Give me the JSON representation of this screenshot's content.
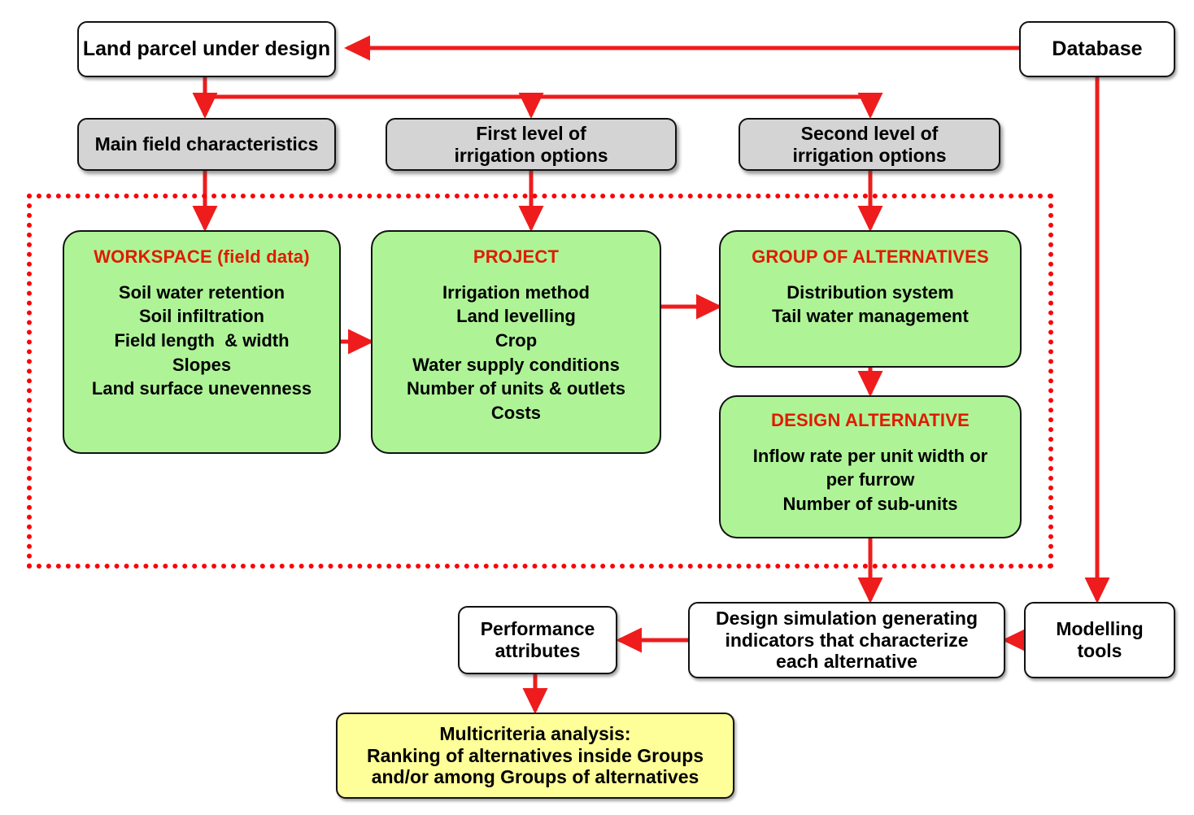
{
  "diagram": {
    "title": "Irrigation design decision support flowchart",
    "colors": {
      "arrow": "#ee1c1c",
      "region_border": "#fb0007",
      "green_fill": "#aef497",
      "gray_fill": "#d4d4d4",
      "yellow_fill": "#ffff99",
      "title_red": "#e01b00",
      "text_black": "#000000"
    }
  },
  "nodes": {
    "land_parcel": {
      "label": "Land parcel under design"
    },
    "database": {
      "label": "Database"
    },
    "main_field": {
      "label": "Main field characteristics"
    },
    "first_level": {
      "line1": "First level of",
      "line2": "irrigation options"
    },
    "second_level": {
      "line1": "Second level of",
      "line2": "irrigation options"
    },
    "workspace": {
      "title": "WORKSPACE (field data)",
      "items": [
        "Soil water retention",
        "Soil infiltration",
        "Field length  & width",
        "Slopes",
        "Land surface unevenness"
      ]
    },
    "project": {
      "title": "PROJECT",
      "items": [
        "Irrigation method",
        "Land levelling",
        "Crop",
        "Water supply conditions",
        "Number of units & outlets",
        "Costs"
      ]
    },
    "group_alternatives": {
      "title": "GROUP OF ALTERNATIVES",
      "items": [
        "Distribution system",
        "Tail water management"
      ]
    },
    "design_alternative": {
      "title": "DESIGN ALTERNATIVE",
      "items": [
        "Inflow rate per unit width or",
        "per furrow",
        "Number of sub-units"
      ]
    },
    "design_simulation": {
      "line1": "Design simulation generating",
      "line2": "indicators that characterize",
      "line3": "each alternative"
    },
    "performance_attributes": {
      "line1": "Performance",
      "line2": "attributes"
    },
    "modelling_tools": {
      "line1": "Modelling",
      "line2": "tools"
    },
    "multicriteria": {
      "line1": "Multicriteria analysis:",
      "line2": "Ranking of alternatives inside Groups",
      "line3": "and/or among Groups of alternatives"
    }
  },
  "edges": [
    {
      "name": "database-to-land-parcel",
      "from": "database",
      "to": "land_parcel"
    },
    {
      "name": "land-parcel-to-main-field",
      "from": "land_parcel",
      "to": "main_field"
    },
    {
      "name": "land-parcel-to-first-level",
      "from": "land_parcel",
      "to": "first_level"
    },
    {
      "name": "land-parcel-to-second-level",
      "from": "land_parcel",
      "to": "second_level"
    },
    {
      "name": "main-field-to-workspace",
      "from": "main_field",
      "to": "workspace"
    },
    {
      "name": "first-level-to-project",
      "from": "first_level",
      "to": "project"
    },
    {
      "name": "second-level-to-group",
      "from": "second_level",
      "to": "group_alternatives"
    },
    {
      "name": "workspace-to-project",
      "from": "workspace",
      "to": "project"
    },
    {
      "name": "project-to-group",
      "from": "project",
      "to": "group_alternatives"
    },
    {
      "name": "group-to-design-alternative",
      "from": "group_alternatives",
      "to": "design_alternative"
    },
    {
      "name": "design-alternative-to-simulation",
      "from": "design_alternative",
      "to": "design_simulation"
    },
    {
      "name": "database-to-modelling-tools",
      "from": "database",
      "to": "modelling_tools"
    },
    {
      "name": "modelling-tools-to-simulation",
      "from": "modelling_tools",
      "to": "design_simulation"
    },
    {
      "name": "simulation-to-performance",
      "from": "design_simulation",
      "to": "performance_attributes"
    },
    {
      "name": "performance-to-multicriteria",
      "from": "performance_attributes",
      "to": "multicriteria"
    }
  ]
}
